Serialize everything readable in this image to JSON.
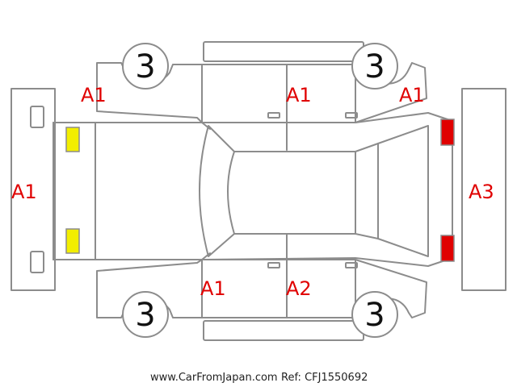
{
  "colors": {
    "outline": "#8c8c8c",
    "code_text": "#e00000",
    "front_lights": "#f2ee00",
    "rear_lights": "#e00000"
  },
  "legend_codes": {
    "A1": "A1",
    "A2": "A2",
    "A3": "A3",
    "3": "3"
  },
  "markers": {
    "left_bumper": "A1",
    "front_left_fender": "A1",
    "top_doors": "A1",
    "rear_right_fender": "A1",
    "right_bumper": "A3",
    "bottom_left_door": "A1",
    "bottom_right_door": "A2",
    "wheel_top_left": "3",
    "wheel_top_right": "3",
    "wheel_bottom_left": "3",
    "wheel_bottom_right": "3"
  },
  "footer": {
    "site": "www.CarFromJapan.com",
    "ref": "Ref: CFJ1550692"
  }
}
